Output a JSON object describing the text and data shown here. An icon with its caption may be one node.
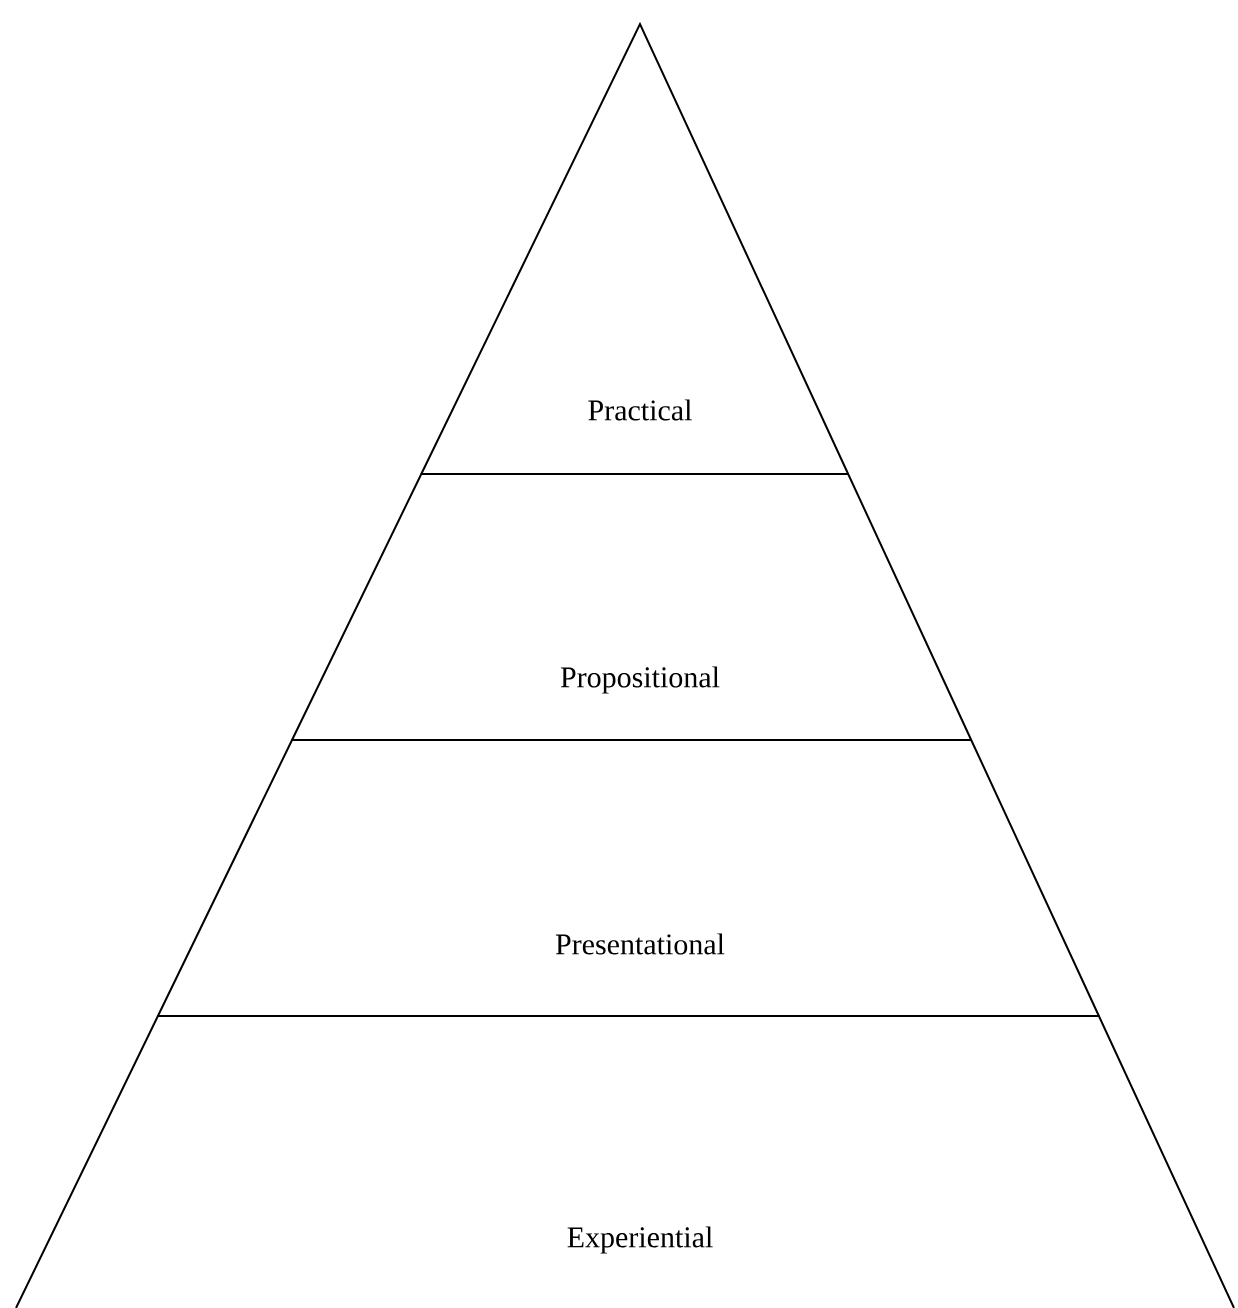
{
  "diagram": {
    "nodes": [
      {
        "text": [
          "Practical"
        ]
      },
      {
        "text": [
          "Propositional"
        ]
      },
      {
        "text": [
          "Presentational"
        ]
      },
      {
        "text": [
          "Experiential"
        ]
      }
    ]
  }
}
